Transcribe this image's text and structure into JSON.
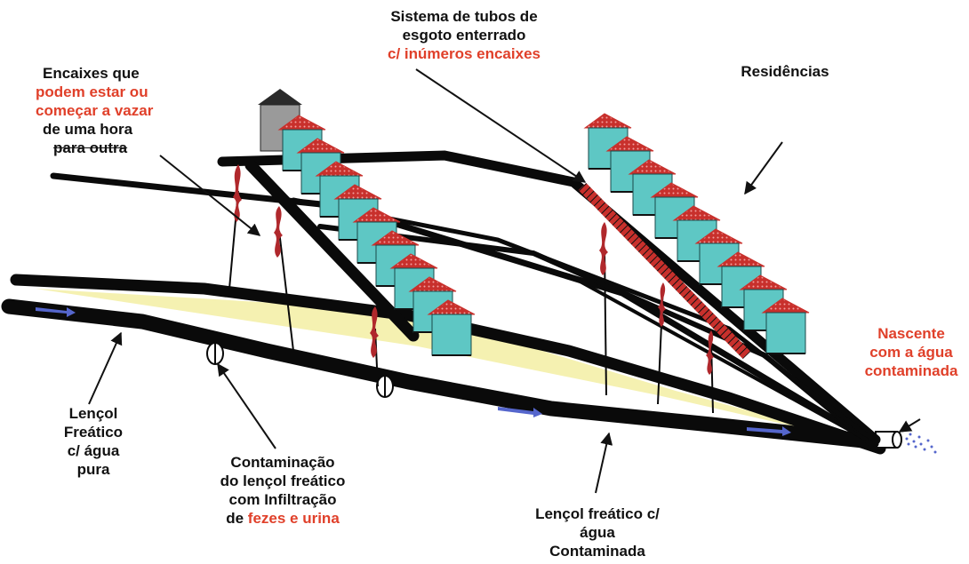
{
  "colors": {
    "pipe": "#0a0a0a",
    "house_wall": "#5ec7c4",
    "house_roof": "#c8302c",
    "house_roof_dots": "#f2a0a0",
    "top_house_roof": "#2a2a2a",
    "top_house_wall": "#9a9a9a",
    "contaminated_zone": "#f4f0a8",
    "leak": "#b0282c",
    "highlight": "#e0402a",
    "flow_arrow": "#5566cc"
  },
  "labels": {
    "sistema": {
      "line1": "Sistema de tubos de",
      "line2": "esgoto enterrado",
      "line3_red": "c/ inúmeros encaixes"
    },
    "encaixes": {
      "line1": "Encaixes que",
      "line2_red": "podem estar ou",
      "line3_red": "começar a vazar",
      "line4": "de uma hora",
      "line5": "para outra"
    },
    "residencias": "Residências",
    "nascente": {
      "line1": "Nascente",
      "line2": "com a água",
      "line3": "contaminada"
    },
    "lencol_puro": {
      "line1": "Lençol",
      "line2": "Freático",
      "line3": "c/ água",
      "line4": "pura"
    },
    "contaminacao": {
      "line1": "Contaminação",
      "line2": "do lençol freático",
      "line3": "com Infiltração",
      "line4_prefix": "de ",
      "line4_red": "fezes e urina"
    },
    "lencol_contaminado": {
      "line1": "Lençol freático c/",
      "line2": "água",
      "line3": "Contaminada"
    }
  },
  "icons": [
    "house-icon",
    "leak-icon",
    "flow-arrow-icon",
    "pipe-joint-icon",
    "spring-outlet-icon"
  ]
}
